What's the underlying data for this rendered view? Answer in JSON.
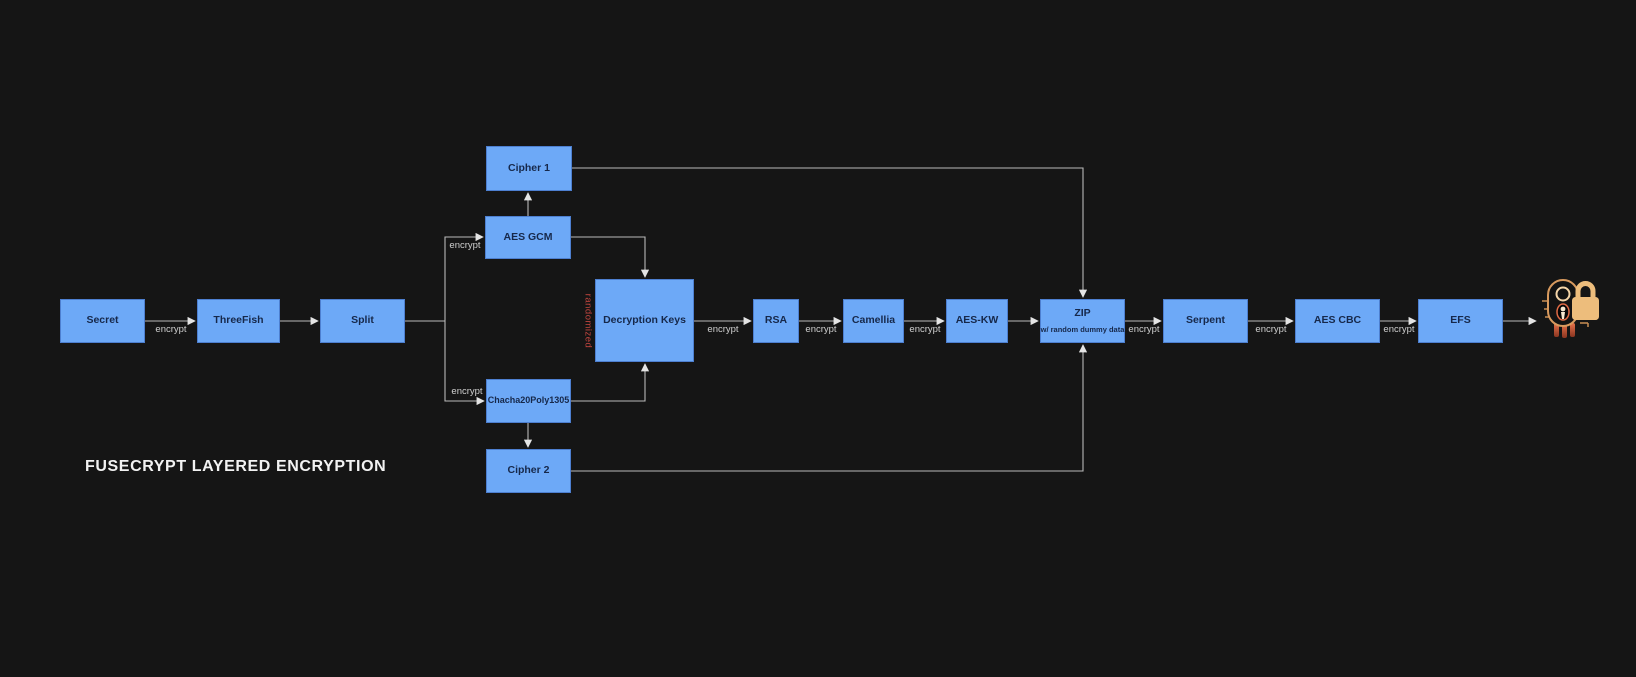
{
  "diagram": {
    "title": "FUSECRYPT LAYERED ENCRYPTION",
    "type": "flowchart",
    "nodes": {
      "secret": {
        "label": "Secret"
      },
      "threefish": {
        "label": "ThreeFish"
      },
      "split": {
        "label": "Split"
      },
      "cipher1": {
        "label": "Cipher 1"
      },
      "aes_gcm": {
        "label": "AES GCM"
      },
      "decryption_keys": {
        "label": "Decryption Keys"
      },
      "chacha": {
        "label": "Chacha20Poly1305"
      },
      "cipher2": {
        "label": "Cipher 2"
      },
      "rsa": {
        "label": "RSA"
      },
      "camellia": {
        "label": "Camellia"
      },
      "aes_kw": {
        "label": "AES-KW"
      },
      "zip": {
        "label": "ZIP",
        "sublabel": "w/ random dummy data"
      },
      "serpent": {
        "label": "Serpent"
      },
      "aes_cbc": {
        "label": "AES CBC"
      },
      "efs": {
        "label": "EFS"
      }
    },
    "edges": [
      {
        "from": "secret",
        "to": "threefish",
        "label": "encrypt"
      },
      {
        "from": "threefish",
        "to": "split",
        "label": ""
      },
      {
        "from": "split",
        "to": "aes_gcm",
        "label": "encrypt"
      },
      {
        "from": "split",
        "to": "chacha",
        "label": "encrypt"
      },
      {
        "from": "aes_gcm",
        "to": "cipher1",
        "label": ""
      },
      {
        "from": "aes_gcm",
        "to": "decryption_keys",
        "label": ""
      },
      {
        "from": "chacha",
        "to": "decryption_keys",
        "label": ""
      },
      {
        "from": "chacha",
        "to": "cipher2",
        "label": ""
      },
      {
        "from": "cipher1",
        "to": "zip",
        "label": ""
      },
      {
        "from": "cipher2",
        "to": "zip",
        "label": ""
      },
      {
        "from": "decryption_keys",
        "to": "rsa",
        "label": "encrypt"
      },
      {
        "from": "rsa",
        "to": "camellia",
        "label": "encrypt"
      },
      {
        "from": "camellia",
        "to": "aes_kw",
        "label": "encrypt"
      },
      {
        "from": "aes_kw",
        "to": "zip",
        "label": ""
      },
      {
        "from": "zip",
        "to": "serpent",
        "label": "encrypt"
      },
      {
        "from": "serpent",
        "to": "aes_cbc",
        "label": "encrypt"
      },
      {
        "from": "aes_cbc",
        "to": "efs",
        "label": "encrypt"
      },
      {
        "from": "efs",
        "to": "encrypted-lock",
        "label": ""
      }
    ],
    "annotations": {
      "randomized": "randomized"
    },
    "icons": {
      "end_icon": "encrypted-lock-icon"
    },
    "colors": {
      "background": "#151515",
      "node_fill": "#6da9f7",
      "node_border": "#4d7fd0",
      "node_text": "#16284a",
      "edge": "#b9b9b9",
      "edge_label": "#cfcfcf",
      "annotation_red": "#c1453f",
      "title_text": "#f2f2f2",
      "lock_tan": "#edbd7c",
      "lock_orange": "#e06a45"
    }
  }
}
